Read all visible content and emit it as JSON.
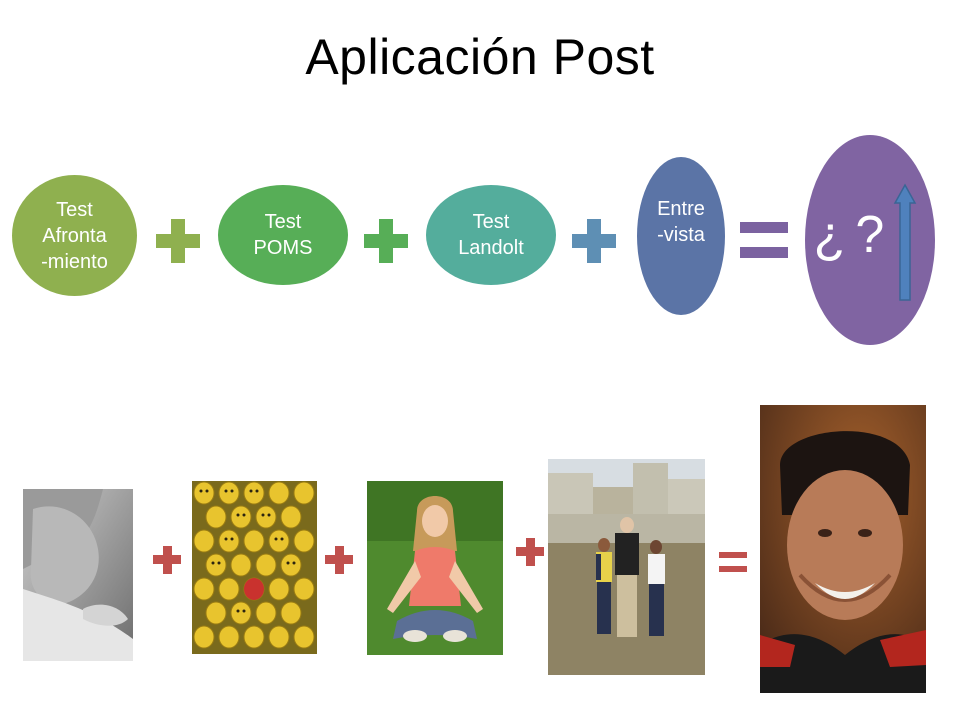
{
  "title": "Aplicación Post",
  "flow": {
    "items": [
      {
        "label": "Test\nAfronta\n-miento",
        "color": "#8fb04f"
      },
      {
        "label": "Test\nPOMS",
        "color": "#57ae57"
      },
      {
        "label": "Test\nLandolt",
        "color": "#54ad9c"
      },
      {
        "label": "Entre\n-vista",
        "color": "#5b74a6"
      }
    ],
    "result": {
      "label": "¿?",
      "color": "#8064a2"
    },
    "operator_colors": [
      "#8fb04f",
      "#57ae57",
      "#5e8fb4"
    ],
    "equals_color": "#7b62a0"
  },
  "photos": {
    "operator_color": "#c0504d",
    "images": [
      "sad-person-photo",
      "emoji-faces-photo",
      "meditating-girl-photo",
      "group-photo",
      "smiling-man-photo"
    ]
  }
}
